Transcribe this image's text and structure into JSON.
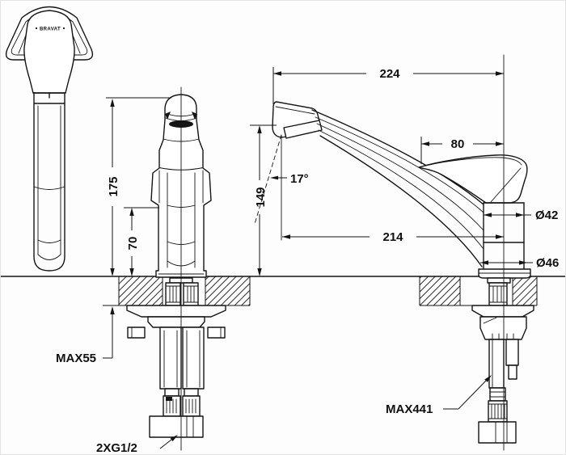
{
  "meta": {
    "brand": "BRAVAT"
  },
  "colors": {
    "line": "#141414",
    "background": "#ffffff"
  },
  "labels": {
    "spout_reach": "224",
    "handle_length": "80",
    "angle": "17°",
    "spout_height": "149",
    "total_height": "175",
    "upper_body_height": "70",
    "spout_projection": "214",
    "body_diameter": "Ø42",
    "base_diameter": "Ø46",
    "max_counter_thickness": "MAX55",
    "max_hose_length": "MAX441",
    "thread_connection": "2XG1/2"
  }
}
